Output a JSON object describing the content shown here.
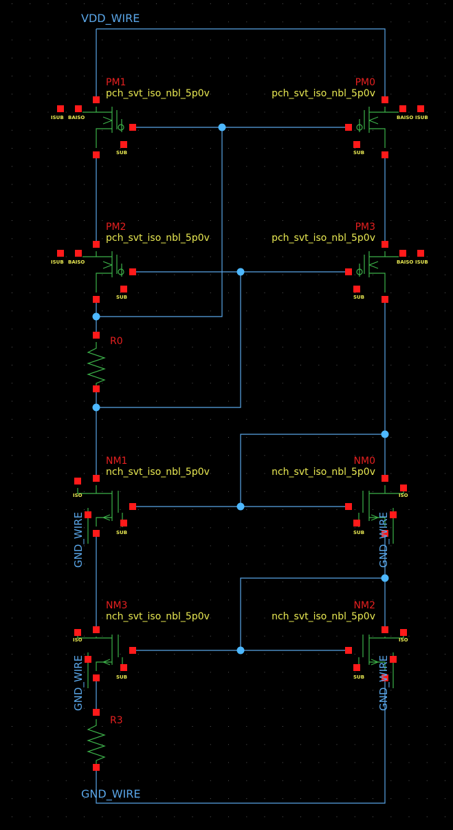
{
  "nets": {
    "vdd": "VDD_WIRE",
    "gnd": "GND_WIRE"
  },
  "devices": {
    "PM1": {
      "name": "PM1",
      "model": "pch_svt_iso_nbl_5p0v"
    },
    "PM0": {
      "name": "PM0",
      "model": "pch_svt_iso_nbl_5p0v"
    },
    "PM2": {
      "name": "PM2",
      "model": "pch_svt_iso_nbl_5p0v"
    },
    "PM3": {
      "name": "PM3",
      "model": "pch_svt_iso_nbl_5p0v"
    },
    "NM1": {
      "name": "NM1",
      "model": "nch_svt_iso_nbl_5p0v"
    },
    "NM0": {
      "name": "NM0",
      "model": "nch_svt_iso_nbl_5p0v"
    },
    "NM3": {
      "name": "NM3",
      "model": "nch_svt_iso_nbl_5p0v"
    },
    "NM2": {
      "name": "NM2",
      "model": "nch_svt_iso_nbl_5p0v"
    },
    "R0": {
      "name": "R0"
    },
    "R3": {
      "name": "R3"
    }
  },
  "terminals": {
    "isub": "ISUB",
    "baiso": "BAISO",
    "sub": "SUB",
    "iso": "ISO"
  },
  "colors": {
    "background": "#000000",
    "wire": "#5aa6e8",
    "device": "#3db34a",
    "pin": "#ff1a1a",
    "instance": "#e62020",
    "model": "#e8e852",
    "junction": "#4db8ff"
  }
}
